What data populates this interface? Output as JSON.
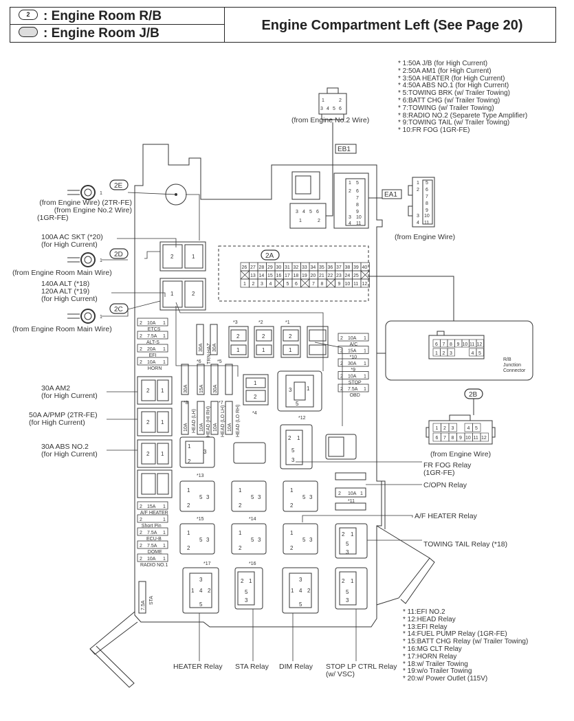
{
  "legend": {
    "rb_symbol": "2",
    "rb_label": ": Engine Room R/B",
    "jb_label": ": Engine Room J/B",
    "title": "Engine Compartment Left (See Page 20)"
  },
  "notes_top": [
    "* 1:50A J/B (for High Current)",
    "* 2:50A AM1 (for High Current)",
    "* 3:50A HEATER (for High Current)",
    "* 4:50A ABS NO.1 (for High Current)",
    "* 5:TOWING BRK (w/ Trailer Towing)",
    "* 6:BATT CHG (w/ Trailer Towing)",
    "* 7:TOWING (w/ Trailer Towing)",
    "* 8:RADIO NO.2 (Separete Type Amplifier)",
    "* 9:TOWING TAIL (w/ Trailer Towing)",
    "* 10:FR FOG (1GR-FE)"
  ],
  "notes_bottom": [
    "* 11:EFI NO.2",
    "* 12:HEAD Relay",
    "* 13:EFI Relay",
    "* 14:FUEL PUMP Relay (1GR-FE)",
    "* 15:BATT CHG Relay (w/ Trailer Towing)",
    "* 16:MG CLT Relay",
    "* 17:HORN Relay",
    "* 18:w/ Trailer Towing",
    "* 19:w/o Trailer Towing",
    "* 20:w/ Power Outlet (115V)"
  ],
  "connectors": {
    "eb1": "EB1",
    "ea1": "EA1",
    "c2e": "2E",
    "c2d": "2D",
    "c2c": "2C",
    "c2a": "2A",
    "c2b": "2B",
    "from_engine_no2": "(from Engine No.2 Wire)",
    "from_engine_wire_right": "(from Engine Wire)",
    "from_engine_wire_2b": "(from Engine Wire)",
    "rb_junction": [
      "R/B",
      "Junction",
      "Connector"
    ]
  },
  "left_labels": {
    "e2_src": [
      "(from Engine Wire) (2TR-FE)",
      "(from Engine No.2 Wire)",
      "(1GR-FE)"
    ],
    "ac_skt": [
      "100A AC SKT (*20)",
      "(for High Current)"
    ],
    "main_wire_1": "(from Engine Room Main Wire)",
    "alt": [
      "140A ALT (*18)",
      "120A ALT (*19)",
      "(for High Current)"
    ],
    "main_wire_2": "(from Engine Room Main Wire)",
    "am2": [
      "30A AM2",
      "(for High Current)"
    ],
    "apmp": [
      "50A A/PMP (2TR-FE)",
      "(for High Current)"
    ],
    "abs2": [
      "30A ABS NO.2",
      "(for High Current)"
    ]
  },
  "right_labels": {
    "fr_fog": [
      "FR FOG Relay",
      "(1GR-FE)"
    ],
    "copn": "C/OPN Relay",
    "af_heater": "A/F HEATER Relay",
    "towing_tail": "TOWING TAIL Relay (*18)"
  },
  "bottom_labels": {
    "heater": "HEATER Relay",
    "sta": "STA Relay",
    "dim": "DIM Relay",
    "stop_lp": [
      "STOP LP CTRL Relay",
      "(w/ VSC)"
    ]
  },
  "fuses_left": [
    {
      "amp": "10A",
      "name": "ETCS"
    },
    {
      "amp": "7.5A",
      "name": "ALT-S"
    },
    {
      "amp": "20A",
      "name": "EFI"
    },
    {
      "amp": "10A",
      "name": "HORN"
    }
  ],
  "fuses_left_low": [
    {
      "amp": "15A",
      "name": "A/F HEATER"
    },
    {
      "amp": "",
      "name": "Short Pin"
    },
    {
      "amp": "7.5A",
      "name": "ECU-B"
    },
    {
      "amp": "7.5A",
      "name": "DOME"
    },
    {
      "amp": "10A",
      "name": "RADIO NO.1"
    }
  ],
  "fuses_right": [
    {
      "amp": "10A",
      "name": "A/C"
    },
    {
      "amp": "15A",
      "name": "*10"
    },
    {
      "amp": "30A",
      "name": "*9"
    },
    {
      "amp": "10A",
      "name": "STOP"
    },
    {
      "amp": "7.5A",
      "name": "OBD"
    }
  ],
  "fuse_11": {
    "amp": "10A",
    "name": "*11"
  },
  "fuse_sta": {
    "amp": "7.5A",
    "name": "STA"
  },
  "vertical_fuses": [
    "HEAD (LH)",
    "HEAD (HI RH)",
    "HEAD (LO LH)",
    "HEAD (LO RH)",
    "TRN-HAZ"
  ],
  "vertical_amps": [
    "10A",
    "10A",
    "10A",
    "10A",
    "15A",
    "30A",
    "30A",
    "30A"
  ],
  "stars_top": [
    "*3",
    "*2",
    "*1"
  ],
  "stars_misc": [
    "*6",
    "*5",
    "*7",
    "*8",
    "*4",
    "*12",
    "*13",
    "*15",
    "*14",
    "*17",
    "*16"
  ],
  "pin_row1": [
    "26",
    "27",
    "28",
    "29",
    "30",
    "31",
    "32",
    "33",
    "34",
    "35",
    "36",
    "37",
    "38",
    "39",
    "40"
  ],
  "pin_row2": [
    "",
    "13",
    "14",
    "15",
    "16",
    "17",
    "18",
    "19",
    "20",
    "21",
    "22",
    "23",
    "24",
    "25",
    ""
  ],
  "pin_row3": [
    "1",
    "2",
    "3",
    "4",
    "",
    "5",
    "6",
    "",
    "7",
    "8",
    "",
    "9",
    "10",
    "11",
    "12"
  ],
  "rb_pins_top": [
    "6",
    "7",
    "8",
    "9",
    "10",
    "11",
    "12"
  ],
  "rb_pins_bot": [
    "1",
    "2",
    "3",
    "",
    "",
    "4",
    "5"
  ],
  "b2_pins_top": [
    "1",
    "2",
    "3",
    "",
    "4",
    "5"
  ],
  "b2_pins_bot": [
    "6",
    "7",
    "8",
    "9",
    "10",
    "11",
    "12"
  ]
}
